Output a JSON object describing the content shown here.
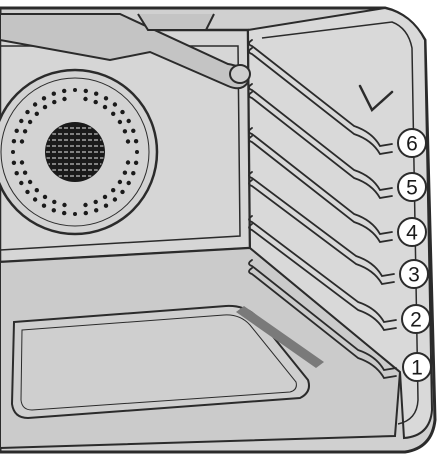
{
  "diagram": {
    "shelf_labels": [
      "1",
      "2",
      "3",
      "4",
      "5",
      "6"
    ],
    "colors": {
      "cavity": "#d0d0d0",
      "wall_light": "#d9d9d9",
      "wall_dark": "#bdbdbd",
      "outline": "#2b2b2b",
      "fan_grille": "#1a1a1a",
      "heating_strip": "#7a7a7a",
      "label_circle_fill": "#ffffff"
    },
    "icons": [
      "oven-cavity-icon",
      "convection-fan-icon",
      "upper-heating-element-icon",
      "lamp-cover-icon"
    ]
  }
}
